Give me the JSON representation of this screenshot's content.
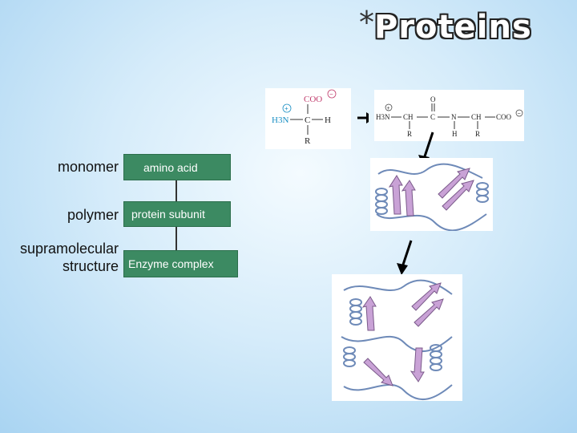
{
  "title": {
    "star": "*",
    "text": "Proteins"
  },
  "hierarchy": [
    {
      "level_label": "monomer",
      "box_label": "amino acid"
    },
    {
      "level_label": "polymer",
      "box_label": "protein subunit"
    },
    {
      "level_label_line1": "supramolecular",
      "level_label_line2": "structure",
      "box_label": "Enzyme complex"
    }
  ],
  "amino_acid_structure": {
    "carboxylate": "COO",
    "ammonium": "H3N",
    "plus": "+",
    "minus": "−",
    "alpha_carbon": "C",
    "hydrogen": "H",
    "side_chain": "R"
  },
  "peptide_structure": {
    "oxygen": "O",
    "nitrogen_h": "H",
    "groups": [
      "H3N",
      "CH",
      "C",
      "N",
      "CH",
      "COO"
    ],
    "side_chains": [
      "R",
      "H",
      "R"
    ]
  },
  "colors": {
    "box_fill": "#3c8a62",
    "charge_color": "#c03a6b",
    "strand_color": "#c9a2d6",
    "helix_color": "#6e8ab8"
  }
}
